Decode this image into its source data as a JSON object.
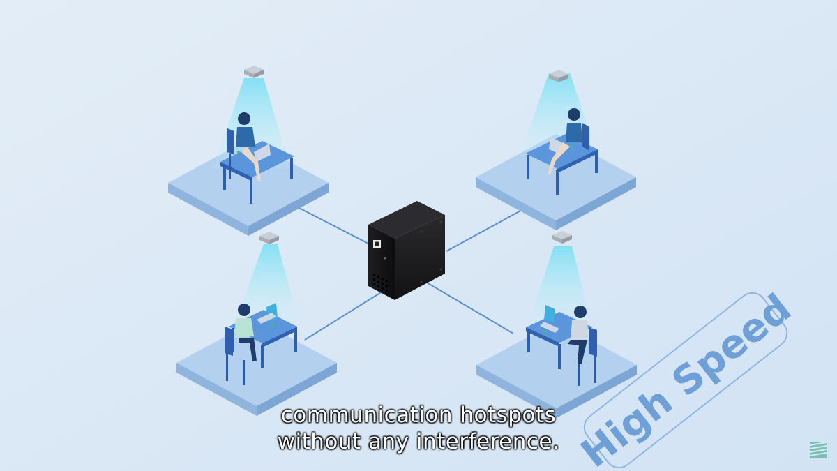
{
  "subtitle": {
    "line1": "communication hotspots",
    "line2": "without any interference."
  },
  "badge": {
    "text": "High Speed",
    "color": "#6e9fd6"
  },
  "scene": {
    "hub": "black-network-hub",
    "workstations": [
      "workstation-top-left",
      "workstation-top-right",
      "workstation-bottom-left",
      "workstation-bottom-right"
    ],
    "light_beam_color": "#8ee3f5",
    "platform_color": "#a7c7ea"
  },
  "icons": {
    "logo": "striped-logo-icon"
  }
}
